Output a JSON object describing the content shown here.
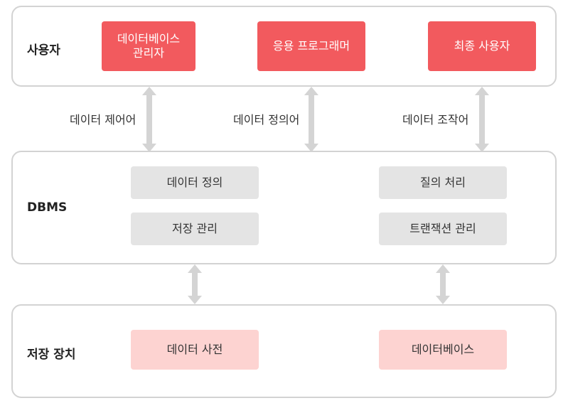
{
  "tiers": {
    "user": {
      "label": "사용자",
      "boxes": [
        "데이터베이스\n관리자",
        "응용 프로그래머",
        "최종 사용자"
      ]
    },
    "dbms": {
      "label": "DBMS",
      "boxes": [
        "데이터 정의",
        "저장 관리",
        "질의 처리",
        "트랜잭션 관리"
      ]
    },
    "storage": {
      "label": "저장 장치",
      "boxes": [
        "데이터 사전",
        "데이터베이스"
      ]
    }
  },
  "languages": [
    "데이터 제어어",
    "데이터 정의어",
    "데이터 조작어"
  ],
  "colors": {
    "user_box": "#f25a5e",
    "dbms_box": "#e4e4e4",
    "storage_box": "#fdd3d1",
    "panel_border": "#d3d3d3",
    "arrow": "#d4d4d4"
  }
}
